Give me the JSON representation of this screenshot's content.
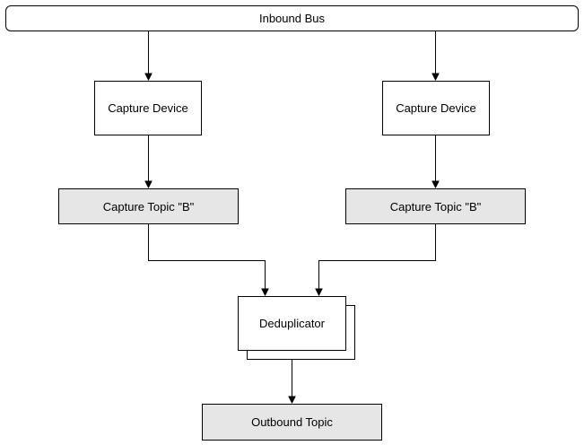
{
  "diagram": {
    "nodes": {
      "inbound_bus": "Inbound Bus",
      "capture_device_left": "Capture Device",
      "capture_device_right": "Capture Device",
      "capture_topic_left": "Capture Topic \"B\"",
      "capture_topic_right": "Capture Topic \"B\"",
      "deduplicator": "Deduplicator",
      "outbound_topic": "Outbound Topic"
    },
    "edges": [
      {
        "from": "inbound_bus",
        "to": "capture_device_left"
      },
      {
        "from": "inbound_bus",
        "to": "capture_device_right"
      },
      {
        "from": "capture_device_left",
        "to": "capture_topic_left"
      },
      {
        "from": "capture_device_right",
        "to": "capture_topic_right"
      },
      {
        "from": "capture_topic_left",
        "to": "deduplicator"
      },
      {
        "from": "capture_topic_right",
        "to": "deduplicator"
      },
      {
        "from": "deduplicator",
        "to": "outbound_topic"
      }
    ],
    "colors": {
      "topic_fill": "#e6e6e6",
      "device_fill": "#ffffff",
      "stroke": "#000000"
    }
  }
}
